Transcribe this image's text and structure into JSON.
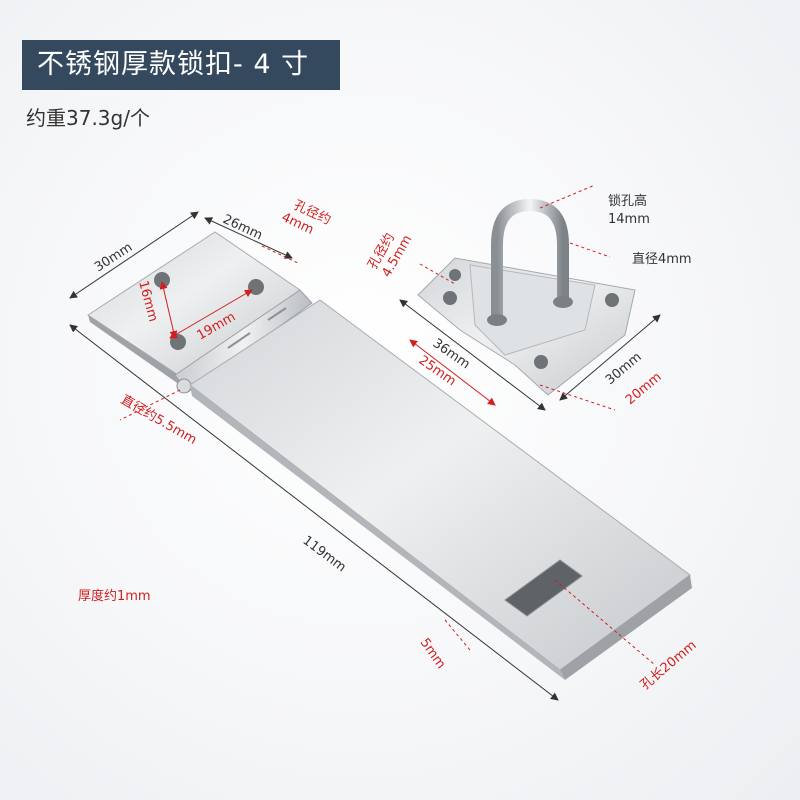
{
  "title": "不锈钢厚款锁扣- 4 寸",
  "weight": "约重37.3g/个",
  "labels": {
    "w30": "30mm",
    "w26": "26mm",
    "hole_dia_small": "孔径约\n4mm",
    "h16": "16mm",
    "d19": "19mm",
    "pin_dia": "直径约5.5mm",
    "len119": "119mm",
    "thickness": "厚度约1mm",
    "slot5": "5mm",
    "slot_len": "孔长20mm",
    "staple_hole": "孔径约\n4.5mm",
    "lock_height": "锁孔高\n14mm",
    "loop_dia": "直径4mm",
    "l36": "36mm",
    "l25": "25mm",
    "w30b": "30mm",
    "w20": "20mm"
  },
  "colors": {
    "banner": "#34495e",
    "dim_dark": "#333333",
    "dim_red": "#d21e1e",
    "steel_light": "#e6e8ea",
    "steel_dark": "#b6babd"
  }
}
